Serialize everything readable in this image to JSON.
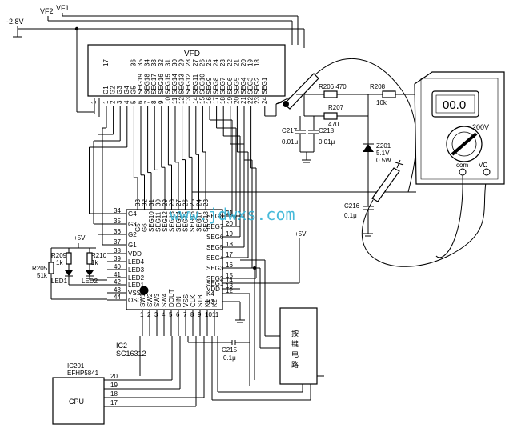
{
  "supply": {
    "neg28": "-2.8V",
    "vf1": "VF1",
    "vf2": "VF2",
    "plus5_a": "+5V",
    "plus5_b": "+5V"
  },
  "vfd": {
    "title": "VFD",
    "pins_top": [
      "17",
      "36",
      "35",
      "34",
      "33",
      "32",
      "31",
      "30",
      "29",
      "28",
      "27",
      "26",
      "25",
      "24",
      "23",
      "22",
      "21",
      "20",
      "19",
      "18"
    ],
    "pin_labels": [
      "G1",
      "G2",
      "G3",
      "G4",
      "G5",
      "SEG19",
      "SEG18",
      "SEG17",
      "SEG16",
      "SEG15",
      "SEG14",
      "SEG13",
      "SEG12",
      "SEG11",
      "SEG10",
      "SEG9",
      "SEG8",
      "SEG7",
      "SEG6",
      "SEG5",
      "SEG4",
      "SEG3",
      "SEG2",
      "SEG1"
    ],
    "pins_bottom": [
      "1",
      "2",
      "3",
      "4",
      "5",
      "6",
      "7",
      "8",
      "9",
      "10",
      "11",
      "12",
      "13",
      "14",
      "15",
      "16",
      "17",
      "18",
      "19",
      "20",
      "21",
      "22",
      "23",
      "24"
    ]
  },
  "ic2": {
    "ref": "IC2",
    "part": "SC16312",
    "left_labels": [
      "G4",
      "G3",
      "G2",
      "G1",
      "VDD",
      "LED4",
      "LED3",
      "LED2",
      "LED1",
      "VSS",
      "OSC"
    ],
    "left_pins": [
      "34",
      "35",
      "36",
      "37",
      "38",
      "39",
      "40",
      "41",
      "42",
      "43",
      "44"
    ],
    "top_labels": [
      "G5",
      "G6",
      "SEG10",
      "SEG11",
      "SEG12",
      "SEG13",
      "SEG14",
      "SEG15",
      "SEG16",
      "SEG17",
      "SEG18"
    ],
    "top_pins": [
      "33",
      "32",
      "31",
      "30",
      "29",
      "28",
      "27",
      "26",
      "25",
      "24",
      "23"
    ],
    "right_labels": [
      "SEG8",
      "SEG7",
      "SEG6",
      "SEG5",
      "SEG4",
      "SEG3",
      "SEG2",
      "SEG1",
      "VDD",
      "K4",
      "K3"
    ],
    "right_pins": [
      "21",
      "20",
      "19",
      "18",
      "17",
      "16",
      "15",
      "14",
      "13",
      "12"
    ],
    "bottom_labels": [
      "SW1",
      "SW2",
      "SW3",
      "SW4",
      "DOUT",
      "DIN",
      "VSS",
      "CLK",
      "STB",
      "K1",
      "K2"
    ],
    "bottom_pins": [
      "1",
      "2",
      "3",
      "4",
      "5",
      "6",
      "7",
      "8",
      "9",
      "10",
      "11"
    ]
  },
  "cpu": {
    "ref": "IC201",
    "part": "EFHP5841",
    "name": "CPU",
    "pins": [
      "20",
      "19",
      "18",
      "17"
    ]
  },
  "components": {
    "r206": "R206 470",
    "r207": "R207",
    "r207_val": "470",
    "r208": "R208",
    "r208_val": "10k",
    "c217": "C217",
    "c217_val": "0.01μ",
    "c218": "C218",
    "c218_val": "0.01μ",
    "z201": "Z201",
    "z201_v": "5.1V",
    "z201_w": "0.5W",
    "c216": "C216",
    "c216_val": "0.1μ",
    "r209": "R209",
    "r209_val": "1k",
    "r210": "R210",
    "r210_val": "1k",
    "r205": "R205",
    "r205_val": "51k",
    "led1": "LED1",
    "led2": "LED2",
    "c215": "C215",
    "c215_val": "0.1μ",
    "keys": "按键电路"
  },
  "meter": {
    "reading": "00.0",
    "range": "200V",
    "com": "com",
    "vohm": "VΩ"
  },
  "watermark": "www.jdwxs.com"
}
